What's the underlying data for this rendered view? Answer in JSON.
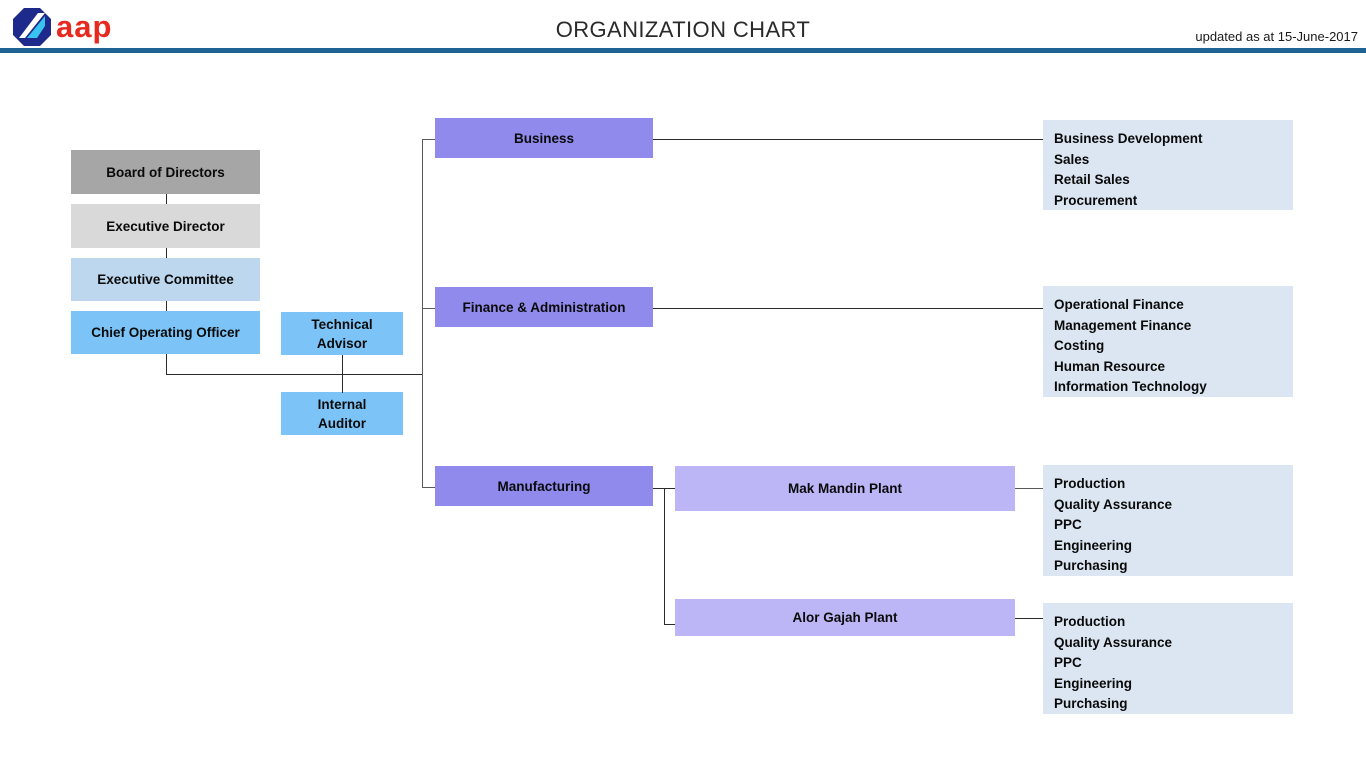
{
  "header": {
    "logo_icon": "aap-octagon-logo",
    "logo_text": "aap",
    "title": "ORGANIZATION CHART",
    "updated": "updated as at 15-June-2017",
    "rule_color": "#1f6392",
    "logo_color": "#e8291f"
  },
  "org": {
    "board": "Board of Directors",
    "executive_director": "Executive Director",
    "executive_committee": "Executive Committee",
    "coo": "Chief Operating Officer",
    "technical_advisor": "Technical\nAdvisor",
    "technical_advisor_line1": "Technical",
    "technical_advisor_line2": "Advisor",
    "internal_auditor_line1": "Internal",
    "internal_auditor_line2": "Auditor"
  },
  "divisions": [
    {
      "name": "Business",
      "color": "#8f8aec",
      "functions": [
        "Business Development",
        "Sales",
        "Retail Sales",
        "Procurement"
      ]
    },
    {
      "name": "Finance & Administration",
      "color": "#8f8aec",
      "functions": [
        "Operational Finance",
        "Management Finance",
        "Costing",
        "Human Resource",
        "Information Technology"
      ]
    },
    {
      "name": "Manufacturing",
      "color": "#8f8aec",
      "plants": [
        {
          "name": "Mak Mandin Plant",
          "color": "#bcb6f7",
          "functions": [
            "Production",
            "Quality Assurance",
            "PPC",
            "Engineering",
            "Purchasing"
          ]
        },
        {
          "name": "Alor Gajah Plant",
          "color": "#bcb6f7",
          "functions": [
            "Production",
            "Quality Assurance",
            "PPC",
            "Engineering",
            "Purchasing"
          ]
        }
      ]
    }
  ]
}
